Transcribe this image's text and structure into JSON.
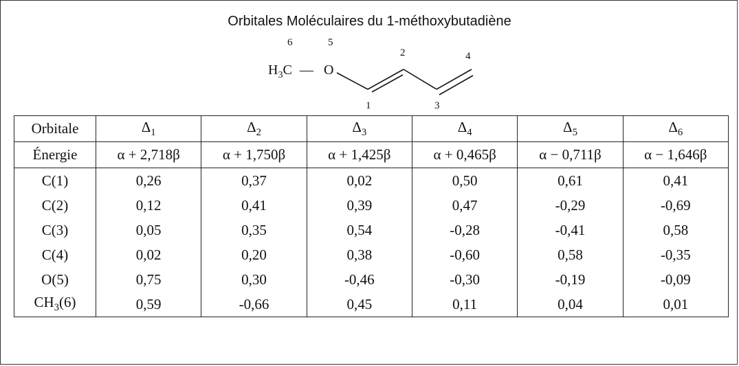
{
  "title": "Orbitales Moléculaires du 1-méthoxybutadiène",
  "molecule": {
    "group": "H3C",
    "group_main": "H",
    "group_sub": "3",
    "group_end": "C",
    "bond": "—",
    "oxygen": "O",
    "atom_numbers": {
      "n6": "6",
      "n5": "5",
      "n2": "2",
      "n4": "4",
      "n1": "1",
      "n3": "3"
    }
  },
  "table": {
    "header_label": "Orbitale",
    "energy_label": "Énergie",
    "orbitals": [
      {
        "symbol": "Δ",
        "index": "1",
        "energy": "α + 2,718β"
      },
      {
        "symbol": "Δ",
        "index": "2",
        "energy": "α + 1,750β"
      },
      {
        "symbol": "Δ",
        "index": "3",
        "energy": "α + 1,425β"
      },
      {
        "symbol": "Δ",
        "index": "4",
        "energy": "α + 0,465β"
      },
      {
        "symbol": "Δ",
        "index": "5",
        "energy": "α − 0,711β"
      },
      {
        "symbol": "Δ",
        "index": "6",
        "energy": "α − 1,646β"
      }
    ],
    "rows": [
      {
        "label": "C(1)",
        "values": [
          "0,26",
          "0,37",
          "0,02",
          "0,50",
          "0,61",
          "0,41"
        ]
      },
      {
        "label": "C(2)",
        "values": [
          "0,12",
          "0,41",
          "0,39",
          "0,47",
          "-0,29",
          "-0,69"
        ]
      },
      {
        "label": "C(3)",
        "values": [
          "0,05",
          "0,35",
          "0,54",
          "-0,28",
          "-0,41",
          "0,58"
        ]
      },
      {
        "label": "C(4)",
        "values": [
          "0,02",
          "0,20",
          "0,38",
          "-0,60",
          "0,58",
          "-0,35"
        ]
      },
      {
        "label": "O(5)",
        "values": [
          "0,75",
          "0,30",
          "-0,46",
          "-0,30",
          "-0,19",
          "-0,09"
        ]
      },
      {
        "label_main": "CH",
        "label_sub": "3",
        "label_end": "(6)",
        "values": [
          "0,59",
          "-0,66",
          "0,45",
          "0,11",
          "0,04",
          "0,01"
        ]
      }
    ]
  }
}
